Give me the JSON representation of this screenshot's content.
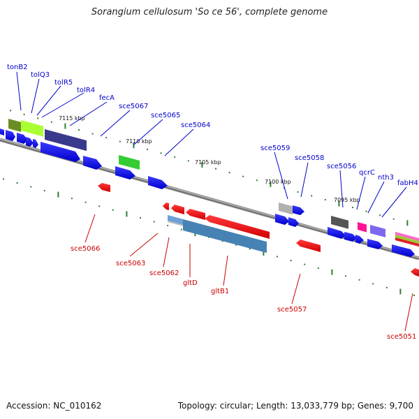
{
  "title": "Sorangium cellulosum 'So ce 56', complete genome",
  "accession": "Accession: NC_010162",
  "summary": "Topology: circular; Length: 13,033,779 bp; Genes: 9,700",
  "colors": {
    "forward_gene": "#0000ee",
    "reverse_gene": "#ee0000",
    "backbone": "#888888",
    "forward_label": "#0000cc",
    "reverse_label": "#cc0000",
    "tick": "#2e7d32"
  },
  "kbp_labels": [
    "7115 kbp",
    "7110 kbp",
    "7105 kbp",
    "7100 kbp",
    "7095 kbp"
  ],
  "forward_labels": [
    "tonB2",
    "tolQ3",
    "tolR5",
    "tolR4",
    "fecA",
    "sce5067",
    "sce5065",
    "sce5064",
    "sce5059",
    "sce5058",
    "sce5056",
    "qcrC",
    "nth3",
    "fabH4"
  ],
  "reverse_labels": [
    "sce5066",
    "sce5063",
    "sce5062",
    "gltD",
    "gltB1",
    "sce5057",
    "sce5051"
  ]
}
